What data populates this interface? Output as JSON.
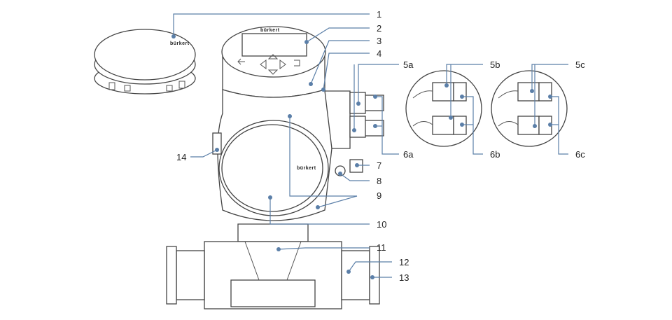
{
  "diagram": {
    "brand_text": "bürkert",
    "callouts": [
      {
        "id": "c1",
        "label": "1"
      },
      {
        "id": "c2",
        "label": "2"
      },
      {
        "id": "c3",
        "label": "3"
      },
      {
        "id": "c4",
        "label": "4"
      },
      {
        "id": "c5a",
        "label": "5a"
      },
      {
        "id": "c5b",
        "label": "5b"
      },
      {
        "id": "c5c",
        "label": "5c"
      },
      {
        "id": "c6a",
        "label": "6a"
      },
      {
        "id": "c6b",
        "label": "6b"
      },
      {
        "id": "c6c",
        "label": "6c"
      },
      {
        "id": "c7",
        "label": "7"
      },
      {
        "id": "c8",
        "label": "8"
      },
      {
        "id": "c9",
        "label": "9"
      },
      {
        "id": "c10",
        "label": "10"
      },
      {
        "id": "c11",
        "label": "11"
      },
      {
        "id": "c12",
        "label": "12"
      },
      {
        "id": "c13",
        "label": "13"
      },
      {
        "id": "c14",
        "label": "14"
      }
    ],
    "colors": {
      "leader": "#5b7fa8",
      "outline": "#444444"
    }
  }
}
